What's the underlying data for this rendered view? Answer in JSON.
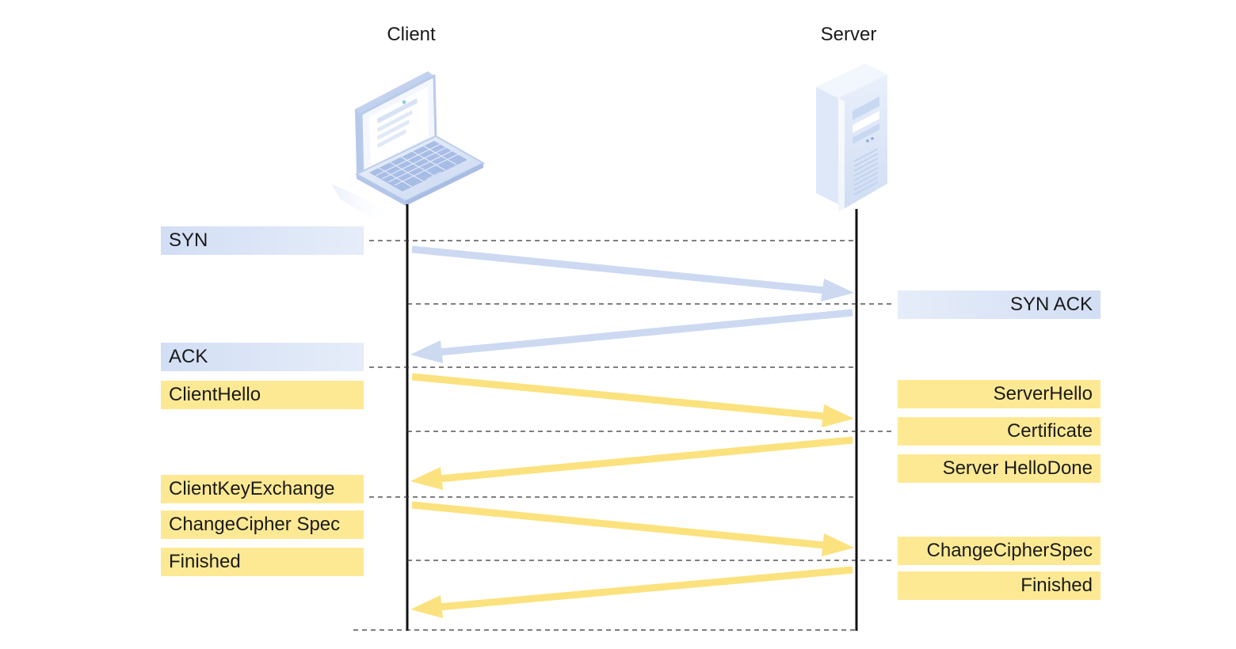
{
  "endpoints": {
    "client": {
      "title": "Client",
      "icon": "laptop-icon"
    },
    "server": {
      "title": "Server",
      "icon": "server-tower-icon"
    }
  },
  "colors": {
    "tcp_label": "#d9e3f5",
    "tcp_arrow": "#c9d7f0",
    "tls_label": "#fde994",
    "tls_arrow": "#fbe27e",
    "lifeline": "#111111",
    "dashed": "#333333"
  },
  "client_labels": [
    {
      "text": "SYN",
      "kind": "tcp"
    },
    {
      "text": "ACK",
      "kind": "tcp"
    },
    {
      "text": "ClientHello",
      "kind": "tls"
    },
    {
      "text": "ClientKeyExchange",
      "kind": "tls"
    },
    {
      "text": "ChangeCipher Spec",
      "kind": "tls"
    },
    {
      "text": "Finished",
      "kind": "tls"
    }
  ],
  "server_labels": [
    {
      "text": "SYN ACK",
      "kind": "tcp"
    },
    {
      "text": "ServerHello",
      "kind": "tls"
    },
    {
      "text": "Certificate",
      "kind": "tls"
    },
    {
      "text": "Server HelloDone",
      "kind": "tls"
    },
    {
      "text": "ChangeCipherSpec",
      "kind": "tls"
    },
    {
      "text": "Finished",
      "kind": "tls"
    }
  ],
  "messages": [
    {
      "from": "client",
      "to": "server",
      "kind": "tcp"
    },
    {
      "from": "server",
      "to": "client",
      "kind": "tcp"
    },
    {
      "from": "client",
      "to": "server",
      "kind": "tls"
    },
    {
      "from": "server",
      "to": "client",
      "kind": "tls"
    },
    {
      "from": "client",
      "to": "server",
      "kind": "tls"
    },
    {
      "from": "server",
      "to": "client",
      "kind": "tls"
    }
  ]
}
